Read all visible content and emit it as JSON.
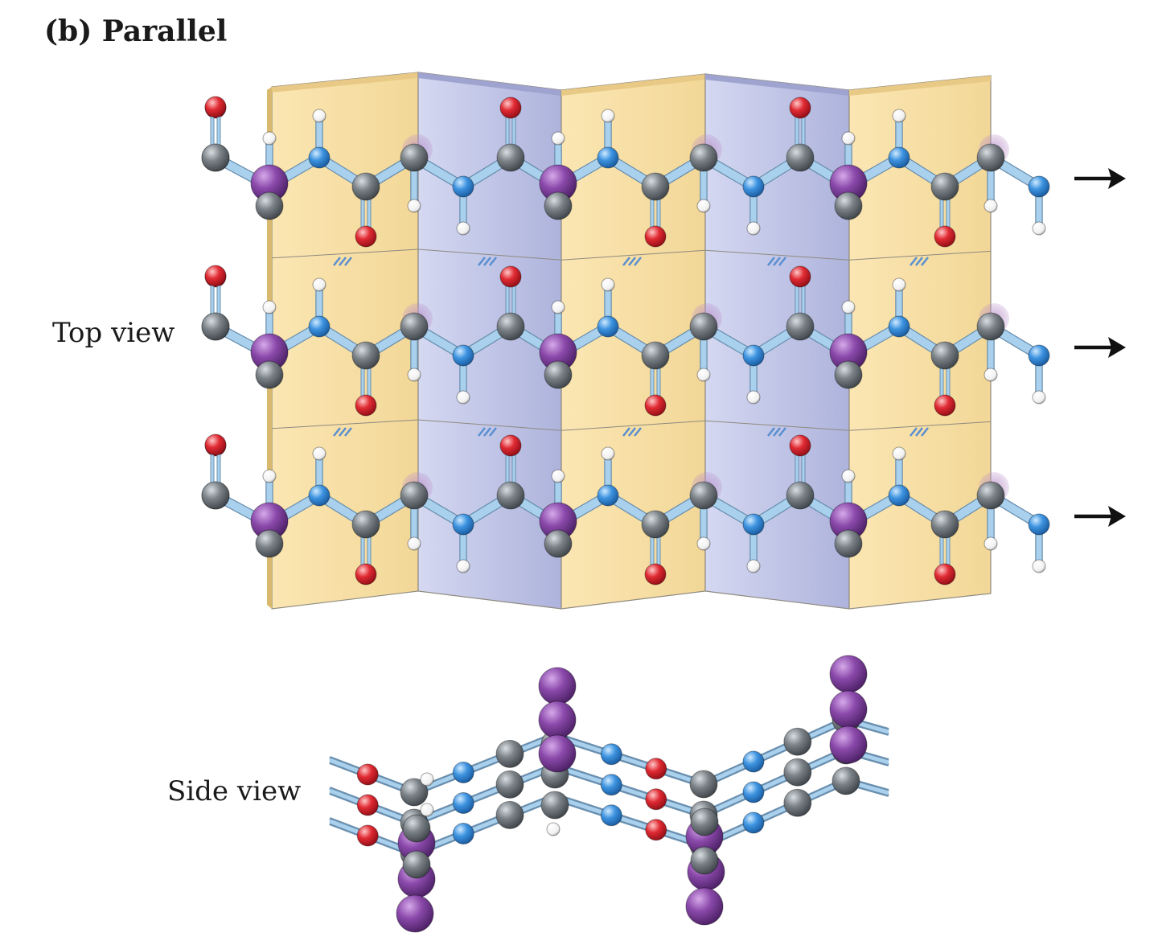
{
  "heading": "(b) Parallel",
  "labels": {
    "top_view": "Top view",
    "side_view": "Side view"
  },
  "colors": {
    "sheet_tan": "#f6dfa6",
    "sheet_blue": "#c5c9ea",
    "carbon": "#6d7479",
    "alpha_carbon_r_group": "#7c3f9a",
    "nitrogen": "#3b8fdc",
    "oxygen": "#dc2630",
    "hydrogen": "#ffffff",
    "bond": "#a9d1ee",
    "hydrogen_bond": "#5a8fd0",
    "arrow": "#111111"
  },
  "strands": {
    "count": 3,
    "direction": "parallel"
  },
  "icons": [
    "arrow-right-icon"
  ]
}
